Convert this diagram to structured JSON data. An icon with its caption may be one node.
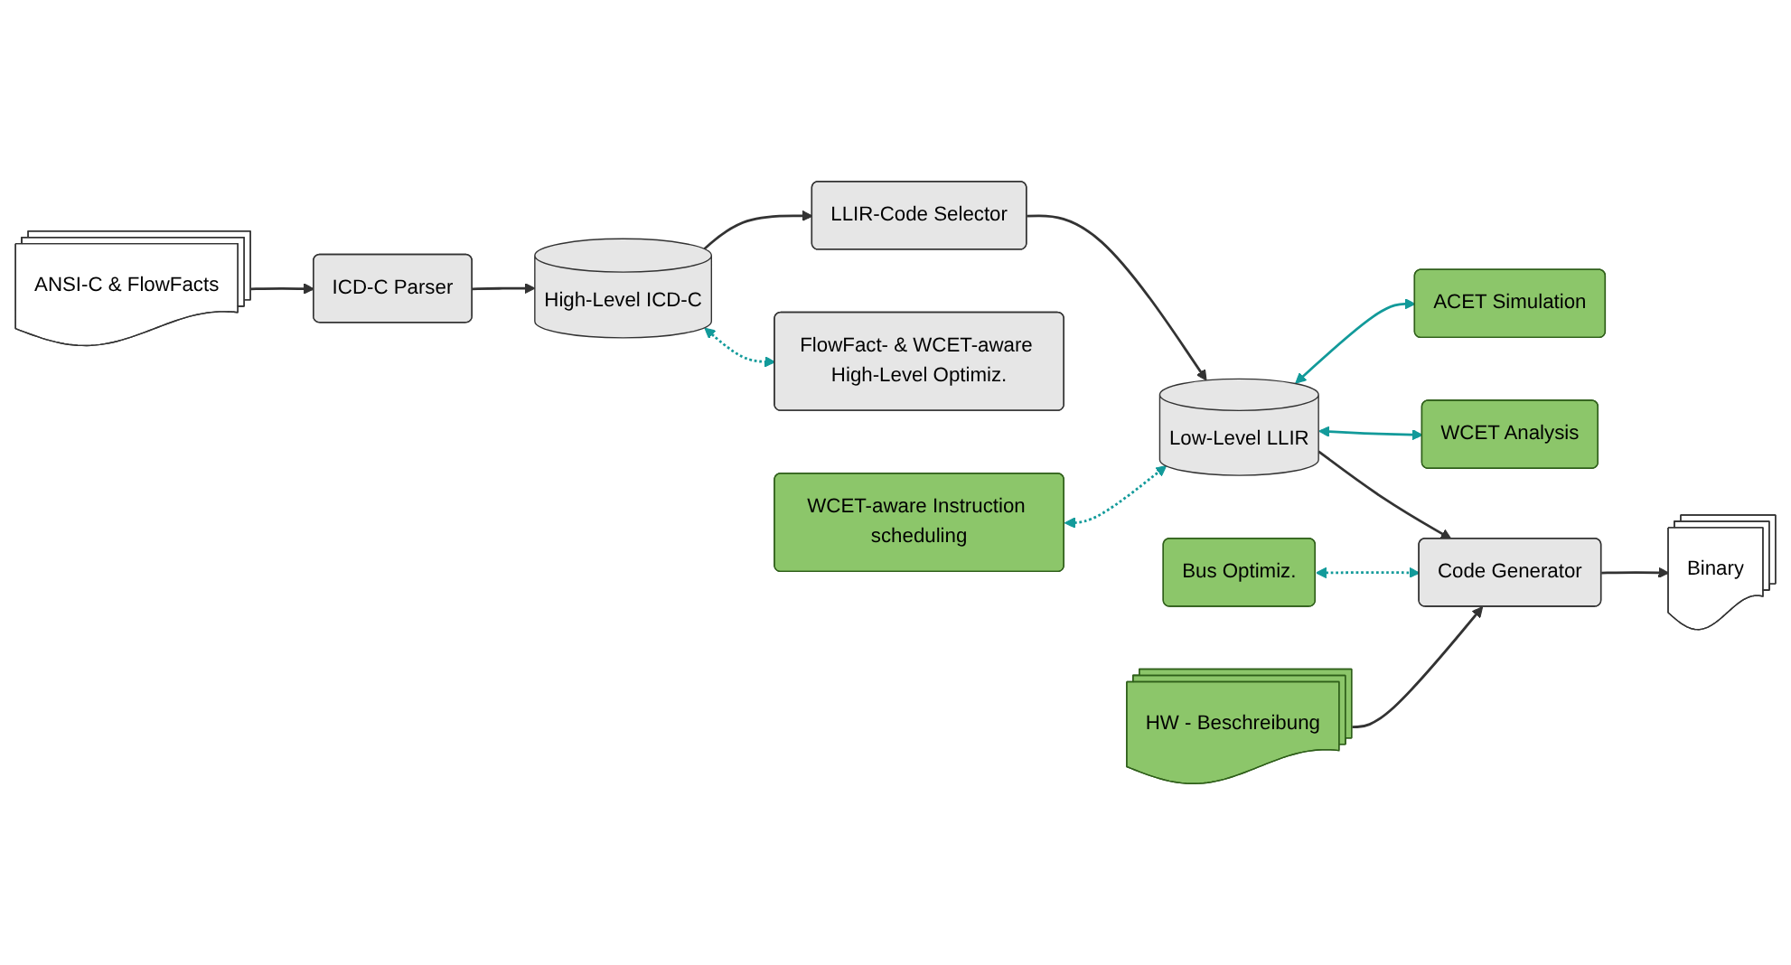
{
  "diagram": {
    "nodes": [
      {
        "text": [
          "ANSI-C & FlowFacts"
        ]
      },
      {
        "text": [
          "ICD-C Parser"
        ]
      },
      {
        "text": [
          "High-Level ICD-C"
        ]
      },
      {
        "text": [
          "LLIR-Code Selector"
        ]
      },
      {
        "text": [
          "ACET Simulation"
        ]
      },
      {
        "text": [
          "FlowFact- & WCET-aware High-Level Optimiz."
        ]
      },
      {
        "text": [
          "Low-Level LLIR"
        ]
      },
      {
        "text": [
          "WCET Analysis"
        ]
      },
      {
        "text": [
          "Code Generator"
        ]
      },
      {
        "text": [
          "Binary"
        ]
      },
      {
        "text": [
          "WCET-aware Instruction scheduling"
        ]
      },
      {
        "text": [
          "Bus Optimiz."
        ]
      },
      {
        "text": [
          "HW - Beschreibung"
        ]
      }
    ],
    "edges": [
      {
        "from": 0,
        "to": 1,
        "arrow": "to"
      },
      {
        "from": 1,
        "to": 2,
        "arrow": "to"
      },
      {
        "from": 2,
        "to": 3,
        "arrow": "to"
      },
      {
        "from": 3,
        "to": 6,
        "arrow": "to"
      },
      {
        "from": 6,
        "to": 4,
        "arrow": "both",
        "color": "#129a9a"
      },
      {
        "from": 6,
        "to": 7,
        "arrow": "both",
        "color": "#129a9a"
      },
      {
        "from": 2,
        "to": 5,
        "arrow": "both",
        "style": "dashed",
        "color": "#129a9a"
      },
      {
        "from": 10,
        "to": 6,
        "arrow": "both",
        "style": "dashed",
        "color": "#129a9a"
      },
      {
        "from": 6,
        "to": 8,
        "arrow": "to"
      },
      {
        "from": 8,
        "to": 9,
        "arrow": "to"
      },
      {
        "from": 11,
        "to": 8,
        "arrow": "both",
        "style": "dashed",
        "color": "#129a9a"
      },
      {
        "from": 12,
        "to": 8,
        "arrow": "to"
      }
    ]
  }
}
